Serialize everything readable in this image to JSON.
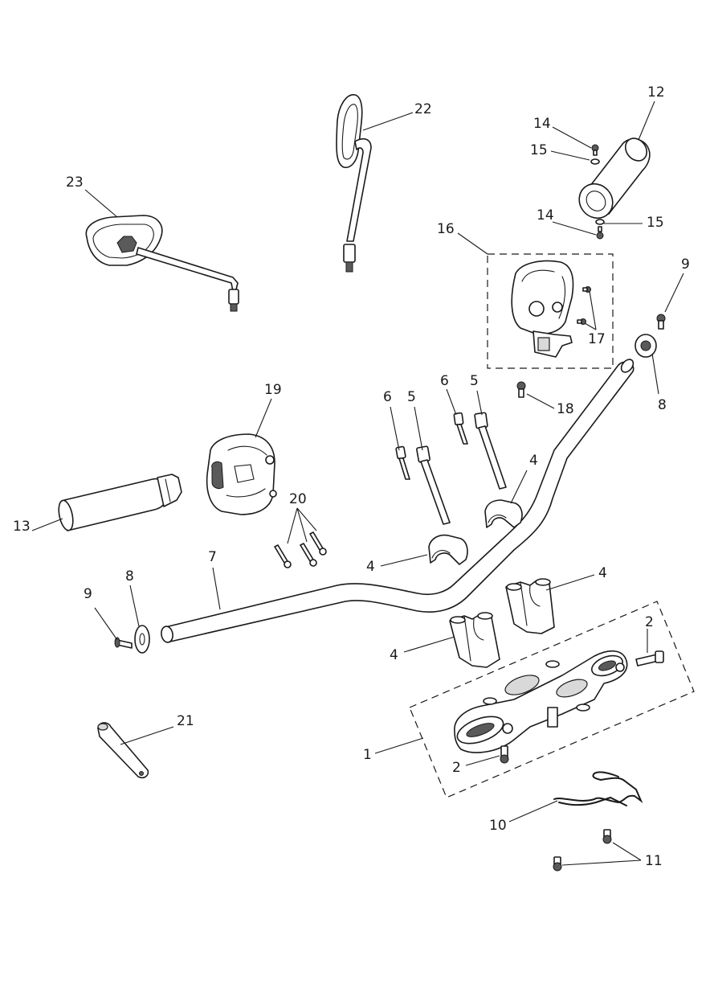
{
  "callouts": [
    {
      "id": "c1",
      "label": "1"
    },
    {
      "id": "c2a",
      "label": "2"
    },
    {
      "id": "c2b",
      "label": "2"
    },
    {
      "id": "c4a",
      "label": "4"
    },
    {
      "id": "c4b",
      "label": "4"
    },
    {
      "id": "c4c",
      "label": "4"
    },
    {
      "id": "c4d",
      "label": "4"
    },
    {
      "id": "c5a",
      "label": "5"
    },
    {
      "id": "c5b",
      "label": "5"
    },
    {
      "id": "c6a",
      "label": "6"
    },
    {
      "id": "c6b",
      "label": "6"
    },
    {
      "id": "c7",
      "label": "7"
    },
    {
      "id": "c8a",
      "label": "8"
    },
    {
      "id": "c8b",
      "label": "8"
    },
    {
      "id": "c9a",
      "label": "9"
    },
    {
      "id": "c9b",
      "label": "9"
    },
    {
      "id": "c10",
      "label": "10"
    },
    {
      "id": "c11",
      "label": "11"
    },
    {
      "id": "c12",
      "label": "12"
    },
    {
      "id": "c13",
      "label": "13"
    },
    {
      "id": "c14a",
      "label": "14"
    },
    {
      "id": "c14b",
      "label": "14"
    },
    {
      "id": "c15a",
      "label": "15"
    },
    {
      "id": "c15b",
      "label": "15"
    },
    {
      "id": "c16",
      "label": "16"
    },
    {
      "id": "c17",
      "label": "17"
    },
    {
      "id": "c18",
      "label": "18"
    },
    {
      "id": "c19",
      "label": "19"
    },
    {
      "id": "c20",
      "label": "20"
    },
    {
      "id": "c21",
      "label": "21"
    },
    {
      "id": "c22",
      "label": "22"
    },
    {
      "id": "c23",
      "label": "23"
    }
  ]
}
